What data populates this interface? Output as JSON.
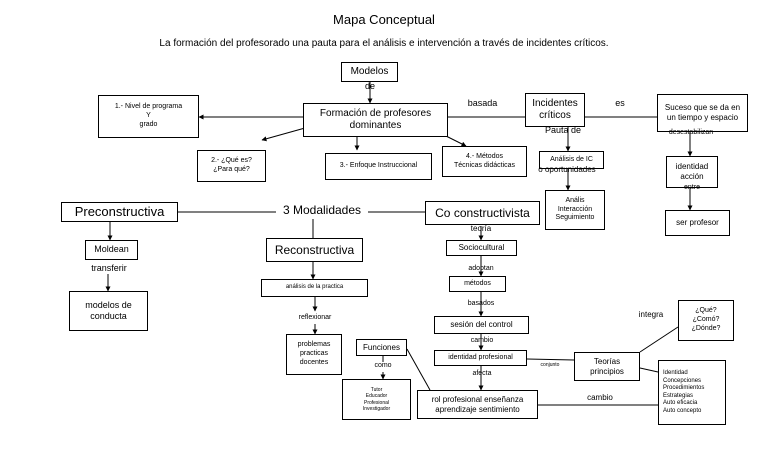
{
  "title": "Mapa Conceptual",
  "subtitle": "La formación del profesorado una pauta para el análisis e intervención a través de incidentes críticos.",
  "nodes": {
    "modelos": "Modelos",
    "formacion": "Formación de profesores\ndominantes",
    "nivel": "1.- Nivel de programa\nY\ngrado",
    "que_es": "2.- ¿Qué es?\n¿Para qué?",
    "enfoque": "3.-  Enfoque Instruccional",
    "metodos_tecnicas": "4.- Métodos\nTécnicas didácticas",
    "incidentes": "Incidentes\ncríticos",
    "suceso": "Suceso que se da en\nun tiempo y espacio",
    "analisis_ic": "Análisis  de IC",
    "analisis_lista": "Anális\nInteracción\nSeguimiento",
    "identidad_accion": "identidad\nacción",
    "ser_profesor": "ser profesor",
    "preconstructiva": "Preconstructiva",
    "modalidades": "3 Modalidades",
    "co_constructivista": "Co constructivista",
    "moldean": "Moldean",
    "modelos_conducta": "modelos de\nconducta",
    "reconstructiva": "Reconstructiva",
    "analisis_practica": "análisis de la practica",
    "problemas": "problemas\npracticas\ndocentes",
    "sociocultural": "Sociocultural",
    "metodos": "métodos",
    "sesion": "sesión del control",
    "identidad_profesional": "identidad profesional",
    "rol": "rol profesional enseñanza\naprendizaje sentimiento",
    "funciones": "Funciones",
    "tutor": "Tutor\nEducador\nProfesional\nInvestigador",
    "teorias": "Teorías\nprincipios",
    "preguntas": "¿Qué?\n¿Comó?\n¿Dónde?",
    "lista_identidad": "Identidad\nConcepciones\nProcedimientos\nEstrategias\nAuto eficacia\nAuto concepto"
  },
  "labels": {
    "de": "de",
    "basada": "basada",
    "es": "es",
    "pauta_de": "Pauta  de",
    "oportunidades": "o oportunidades",
    "desestabilizan": "desestabilizan",
    "entre": "entre",
    "teoria": "teoría",
    "adoptan": "adoptan",
    "basados": "basados",
    "cambio_1": "cambio",
    "afecta": "afecta",
    "conjunto": "conjunto",
    "integra": "integra",
    "cambio_2": "cambio",
    "transferir": "transferir",
    "reflexionar": "reflexionar",
    "como": "como"
  }
}
